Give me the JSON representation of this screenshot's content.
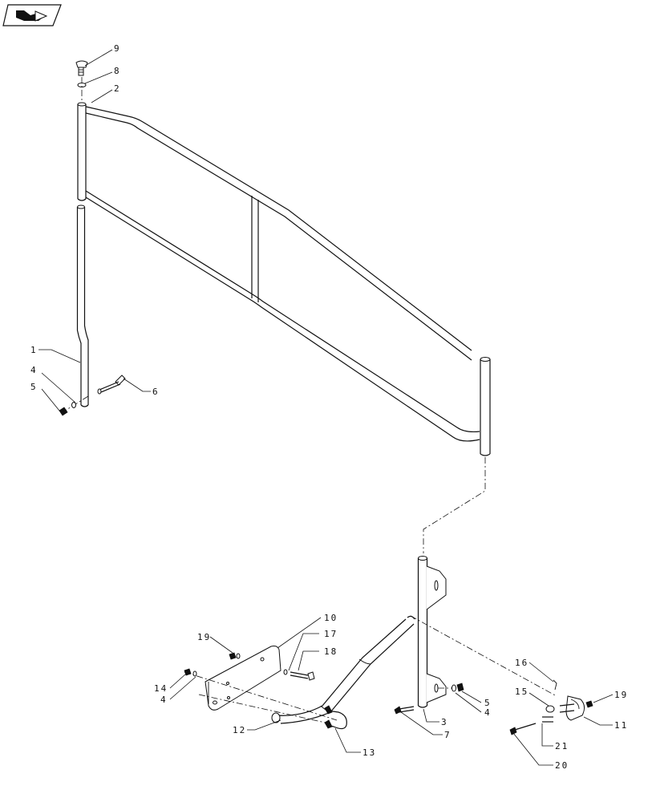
{
  "nav": {
    "icon": "book-arrow-icon"
  },
  "callouts": {
    "c1": "1",
    "c2": "2",
    "c3": "3",
    "c4a": "4",
    "c4b": "4",
    "c4c": "4",
    "c5a": "5",
    "c5b": "5",
    "c6": "6",
    "c7": "7",
    "c8": "8",
    "c9": "9",
    "c10": "10",
    "c11": "11",
    "c12": "12",
    "c13": "13",
    "c14": "14",
    "c15": "15",
    "c16": "16",
    "c17": "17",
    "c18": "18",
    "c19a": "19",
    "c19b": "19",
    "c20": "20",
    "c21": "21"
  },
  "colors": {
    "line": "#111111",
    "background": "#ffffff"
  }
}
